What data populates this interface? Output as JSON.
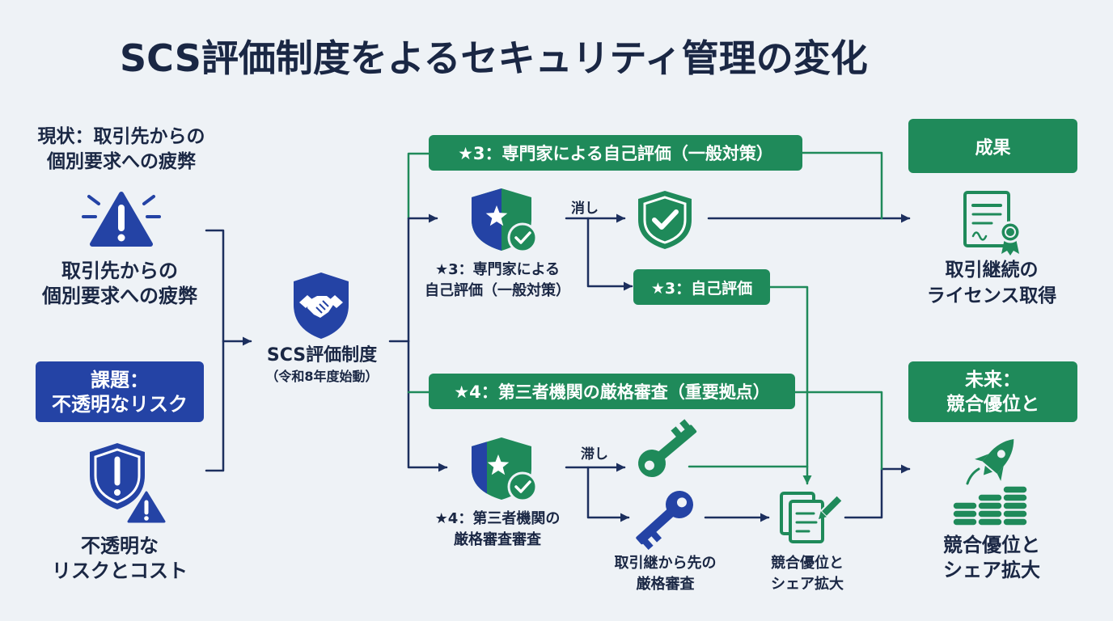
{
  "title": "SCS評価制度をよるセキュリティ管理の変化",
  "left": {
    "current_state": [
      "現状：取引先からの",
      "個別要求への疲弊"
    ],
    "fatigue": [
      "取引先からの",
      "個別要求への疲弊"
    ],
    "issue_box": [
      "課題：",
      "不透明なリスク"
    ],
    "risk": [
      "不透明な",
      "リスクとコスト"
    ]
  },
  "center": {
    "system_name": "SCS評価制度",
    "system_start": "（令和8年度始動）"
  },
  "level3": {
    "banner": "★3：専門家による自己評価（一般対策）",
    "shield_label": [
      "★3：専門家による",
      "自己評価（一般対策）"
    ],
    "arrow_label": "消し",
    "self_assessment_box": "★3：自己評価"
  },
  "level4": {
    "banner": "★4：第三者機関の厳格審査（重要拠点）",
    "shield_label": [
      "★4：第三者機関の",
      "厳格審査審査"
    ],
    "arrow_label": "滞し",
    "key_label": [
      "取引継から先の",
      "厳格審査"
    ],
    "document_label": [
      "競合優位と",
      "シェア拡大"
    ]
  },
  "right": {
    "result_box": "成果",
    "result_label": [
      "取引継続の",
      "ライセンス取得"
    ],
    "future_box": [
      "未来：",
      "競合優位と"
    ],
    "future_label": [
      "競合優位と",
      "シェア拡大"
    ]
  },
  "colors": {
    "navy_text": "#1a2744",
    "blue": "#2443a5",
    "line_navy": "#1c2f5e",
    "green": "#1f8a5a",
    "background": "#eef2f6"
  },
  "icons": [
    "warning-icon",
    "shield-alert-icon",
    "handshake-shield-icon",
    "star-shield-icon",
    "check-badge-icon",
    "check-shield-icon",
    "key-icon",
    "document-edit-icon",
    "certificate-icon",
    "rocket-coins-icon"
  ]
}
